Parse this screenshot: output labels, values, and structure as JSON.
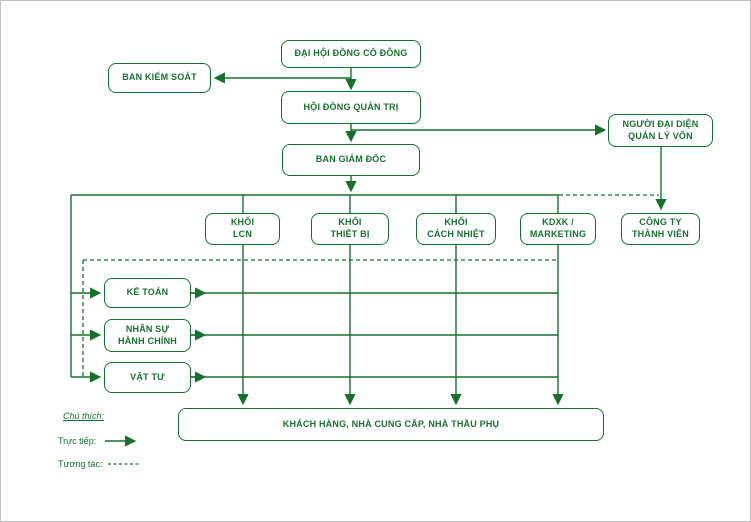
{
  "colors": {
    "green": "#17702E",
    "page_bg": "#FFFFFF",
    "outer_border": "#C2C2C2"
  },
  "nodes": {
    "shareholders": "ĐẠI HỘI ĐỒNG CỔ ĐÔNG",
    "supervisory_board": "BAN KIỂM SOÁT",
    "board_of_directors": "HỘI ĐỒNG QUẢN TRỊ",
    "capital_representative": "NGƯỜI ĐẠI DIỆN\nQUẢN LÝ VỐN",
    "executive_board": "BAN GIÁM ĐỐC",
    "division_lcn": "KHỐI\nLCN",
    "division_equipment": "KHỐI\nTHIẾT BỊ",
    "division_insulation": "KHỐI\nCÁCH NHIỆT",
    "division_kdxk_marketing": "KDXK /\nMARKETING",
    "member_company": "CÔNG TY\nTHÀNH VIÊN",
    "accounting": "KẾ TOÁN",
    "hr_admin": "NHÂN SỰ\nHÀNH CHÍNH",
    "materials": "VẬT TƯ",
    "external_parties": "KHÁCH HÀNG, NHÀ CUNG CẤP, NHÀ THẦU PHỤ"
  },
  "legend": {
    "title": "Chú thích:",
    "direct_label": "Trực tiếp:",
    "interact_label": "Tương tác:"
  },
  "edges": [
    {
      "from": "shareholders",
      "to": "supervisory_board",
      "style": "direct"
    },
    {
      "from": "shareholders",
      "to": "board_of_directors",
      "style": "direct"
    },
    {
      "from": "board_of_directors",
      "to": "executive_board",
      "style": "direct"
    },
    {
      "from": "board_of_directors",
      "to": "capital_representative",
      "style": "direct"
    },
    {
      "from": "capital_representative",
      "to": "member_company",
      "style": "direct"
    },
    {
      "from": "executive_board",
      "to": "division_lcn",
      "style": "direct"
    },
    {
      "from": "executive_board",
      "to": "division_equipment",
      "style": "direct"
    },
    {
      "from": "executive_board",
      "to": "division_insulation",
      "style": "direct"
    },
    {
      "from": "executive_board",
      "to": "division_kdxk_marketing",
      "style": "direct"
    },
    {
      "from": "executive_board",
      "to": "member_company",
      "style": "interaction"
    },
    {
      "from": "executive_board",
      "to": "accounting",
      "style": "direct"
    },
    {
      "from": "executive_board",
      "to": "hr_admin",
      "style": "direct"
    },
    {
      "from": "executive_board",
      "to": "materials",
      "style": "direct"
    },
    {
      "from": "accounting",
      "to": "divisions",
      "style": "direct"
    },
    {
      "from": "hr_admin",
      "to": "divisions",
      "style": "direct"
    },
    {
      "from": "materials",
      "to": "divisions",
      "style": "direct"
    },
    {
      "from": "departments",
      "to": "division_kdxk_marketing",
      "style": "interaction"
    },
    {
      "from": "division_lcn",
      "to": "external_parties",
      "style": "direct"
    },
    {
      "from": "division_equipment",
      "to": "external_parties",
      "style": "direct"
    },
    {
      "from": "division_insulation",
      "to": "external_parties",
      "style": "direct"
    },
    {
      "from": "division_kdxk_marketing",
      "to": "external_parties",
      "style": "direct"
    }
  ]
}
